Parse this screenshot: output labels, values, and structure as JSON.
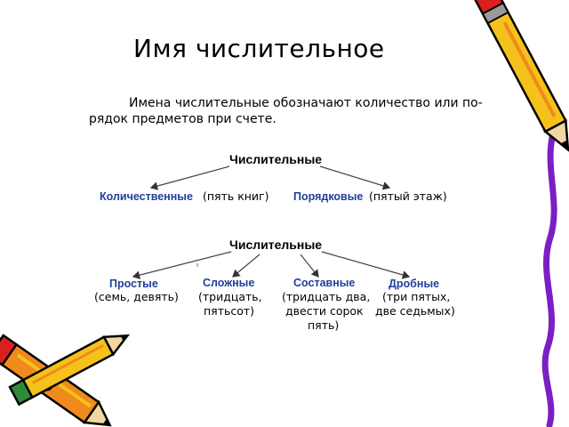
{
  "title": "Имя числительное",
  "intro": {
    "line1": "Имена числительные обозначают количество или по-",
    "line2": "рядок предметов при счете."
  },
  "diagram1": {
    "root": "Числительные",
    "left": {
      "label": "Количественные",
      "example": "(пять книг)"
    },
    "right": {
      "label": "Порядковые",
      "example": "(пятый этаж)"
    }
  },
  "diagram2": {
    "root": "Числительные",
    "children": [
      {
        "label": "Простые",
        "example_lines": [
          "(семь, девять)"
        ]
      },
      {
        "label": "Сложные",
        "example_lines": [
          "(тридцать,",
          "пятьсот)"
        ]
      },
      {
        "label": "Составные",
        "example_lines": [
          "(тридцать два,",
          "двести сорок",
          "пять)"
        ]
      },
      {
        "label": "Дробные",
        "example_lines": [
          "(три пятых,",
          "две седьмых)"
        ]
      }
    ]
  },
  "colors": {
    "category_text": "#1f3f9a",
    "pencil_yellow": "#f5c21b",
    "pencil_orange": "#f08a1c",
    "pencil_red": "#d9201e",
    "wave_line": "#7a1fc4"
  }
}
